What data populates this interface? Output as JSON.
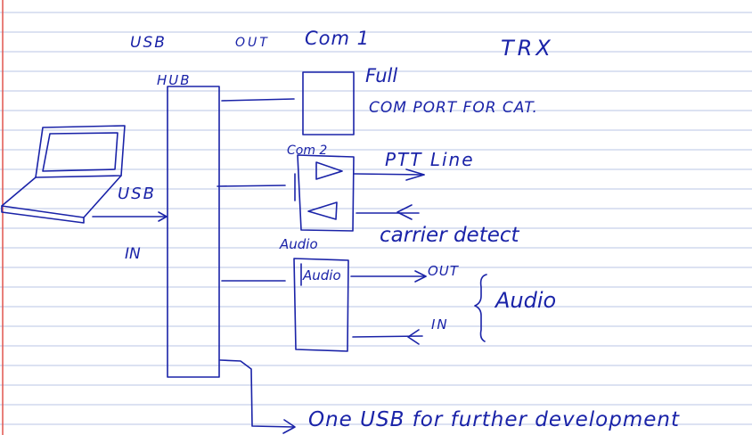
{
  "colors": {
    "paper": "#ffffff",
    "rule": "#b8c6e6",
    "margin": "#e0554f",
    "ink": "#1a23a8"
  },
  "labels": {
    "usb_top": "USB",
    "out_top": "OUT",
    "com1": "Com 1",
    "trx": "TRX",
    "hub": "HUB",
    "full": "Full",
    "com_port_cat": "COM PORT FOR CAT.",
    "com2": "Com 2",
    "ptt_line": "PTT Line",
    "carrier_detect": "carrier detect",
    "usb_laptop": "USB",
    "in_laptop": "IN",
    "audio_top": "Audio",
    "audio_box": "Audio",
    "audio_out": "OUT",
    "audio_in": "IN",
    "audio_group": "Audio",
    "further_dev": "One USB for further development"
  }
}
